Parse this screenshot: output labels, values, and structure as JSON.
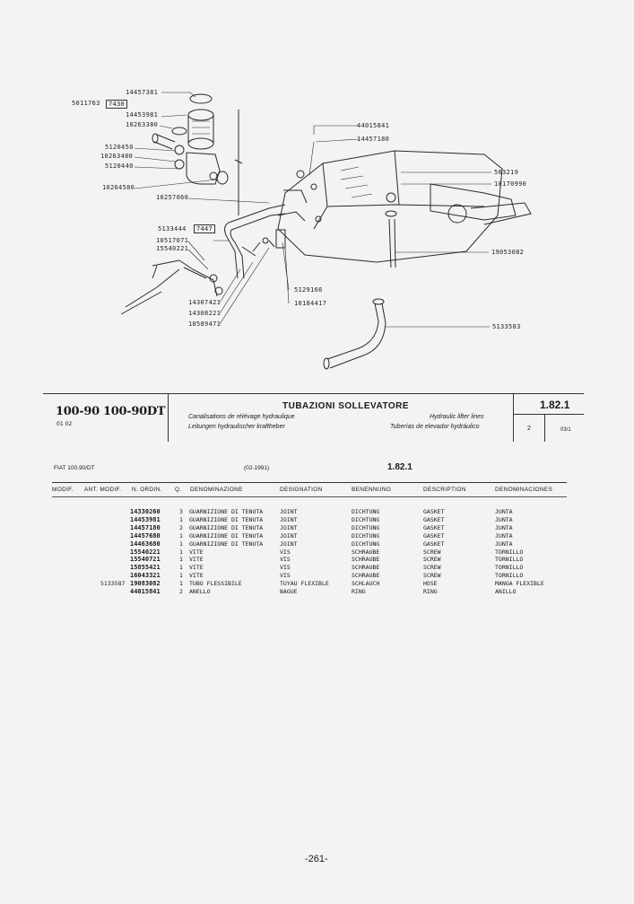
{
  "diagram": {
    "labels": {
      "p14457381": "14457381",
      "p5011763": "5011763",
      "p7430": "7430",
      "p14453981": "14453981",
      "p10263380": "10263380",
      "p5120450": "5120450",
      "p10263480": "10263480",
      "p5120440": "5120440",
      "p10264580": "10264580",
      "p10257060": "10257060",
      "p5133444": "5133444",
      "p7447": "7447",
      "p10517071": "10517071",
      "p15540221": "15540221",
      "p14307421": "14307421",
      "p14308221": "14308221",
      "p10589471": "10589471",
      "p5129166": "5129166",
      "p10184417": "10184417",
      "p44015841": "44015841",
      "p14457180": "14457180",
      "p563219": "563219",
      "p10170990": "10170990",
      "p19053082": "19053082",
      "p5133583": "5133583"
    }
  },
  "header": {
    "model": "100-90 100-90DT",
    "model_sub": "01 02",
    "title": "TUBAZIONI SOLLEVATORE",
    "fr": "Canalisations de rélévage hydraulique",
    "de": "Leitungen hydraulischer kraftheber",
    "en": "Hydraulic lifter lines",
    "es": "Tuberías de elevador hydráulico",
    "section": "1.82.1",
    "page_count": "2",
    "code": "03/1"
  },
  "listing": {
    "model": "FIAT 100.90/DT",
    "date": "(02-1991)",
    "section": "1.82.1",
    "columns": [
      "MODIF.",
      "ANT. MODIF.",
      "N. ORDIN.",
      "Q.",
      "DENOMINAZIONE",
      "DESIGNATION",
      "BENENNUNG",
      "DESCRIPTION",
      "DENOMINACIONES"
    ],
    "rows": [
      {
        "ant": "",
        "num": "14330260",
        "q": "3",
        "it": "GUARNIZIONE DI TENUTA",
        "fr": "JOINT",
        "de": "DICHTUNG",
        "en": "GASKET",
        "es": "JUNTA"
      },
      {
        "ant": "",
        "num": "14453981",
        "q": "1",
        "it": "GUARNIZIONE DI TENUTA",
        "fr": "JOINT",
        "de": "DICHTUNG",
        "en": "GASKET",
        "es": "JUNTA"
      },
      {
        "ant": "",
        "num": "14457180",
        "q": "2",
        "it": "GUARNIZIONE DI TENUTA",
        "fr": "JOINT",
        "de": "DICHTUNG",
        "en": "GASKET",
        "es": "JUNTA"
      },
      {
        "ant": "",
        "num": "14457680",
        "q": "1",
        "it": "GUARNIZIONE DI TENUTA",
        "fr": "JOINT",
        "de": "DICHTUNG",
        "en": "GASKET",
        "es": "JUNTA"
      },
      {
        "ant": "",
        "num": "14463680",
        "q": "1",
        "it": "GUARNIZIONE DI TENUTA",
        "fr": "JOINT",
        "de": "DICHTUNG",
        "en": "GASKET",
        "es": "JUNTA"
      },
      {
        "ant": "",
        "num": "15540221",
        "q": "1",
        "it": "VITE",
        "fr": "VIS",
        "de": "SCHRAUBE",
        "en": "SCREW",
        "es": "TORNILLO"
      },
      {
        "ant": "",
        "num": "15540721",
        "q": "1",
        "it": "VITE",
        "fr": "VIS",
        "de": "SCHRAUBE",
        "en": "SCREW",
        "es": "TORNILLO"
      },
      {
        "ant": "",
        "num": "15855421",
        "q": "1",
        "it": "VITE",
        "fr": "VIS",
        "de": "SCHRAUBE",
        "en": "SCREW",
        "es": "TORNILLO"
      },
      {
        "ant": "",
        "num": "16043321",
        "q": "1",
        "it": "VITE",
        "fr": "VIS",
        "de": "SCHRAUBE",
        "en": "SCREW",
        "es": "TORNILLO"
      },
      {
        "ant": "5133587",
        "num": "19083082",
        "q": "1",
        "it": "TUBO FLESSIBILE",
        "fr": "TUYAU FLEXIBLE",
        "de": "SCHLAUCH",
        "en": "HOSE",
        "es": "MANGA FLEXIBLE"
      },
      {
        "ant": "",
        "num": "44015841",
        "q": "2",
        "it": "ANELLO",
        "fr": "BAGUE",
        "de": "RING",
        "en": "RING",
        "es": "ANILLO"
      }
    ]
  },
  "footer": {
    "page": "-261-"
  }
}
